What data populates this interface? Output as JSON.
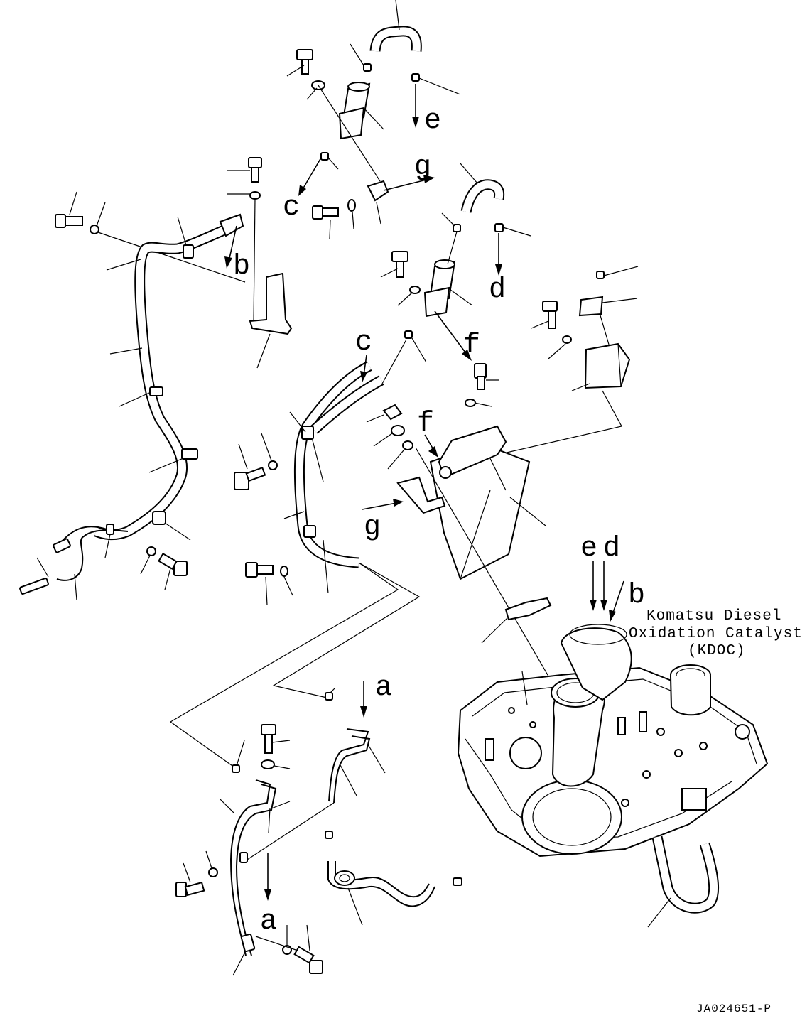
{
  "letters": {
    "e_top": "e",
    "g_top": "g",
    "c_top": "c",
    "b_left": "b",
    "d_mid": "d",
    "c_mid": "c",
    "f_mid1": "f",
    "f_mid2": "f",
    "g_mid": "g",
    "e_kdoc": "e",
    "d_kdoc": "d",
    "b_kdoc": "b",
    "a_top": "a",
    "a_bottom": "a"
  },
  "catalyst_caption": {
    "line1": "Komatsu Diesel",
    "line2": "Oxidation Catalyst",
    "line3": "(KDOC)"
  },
  "drawing_code": "JA024651-P"
}
